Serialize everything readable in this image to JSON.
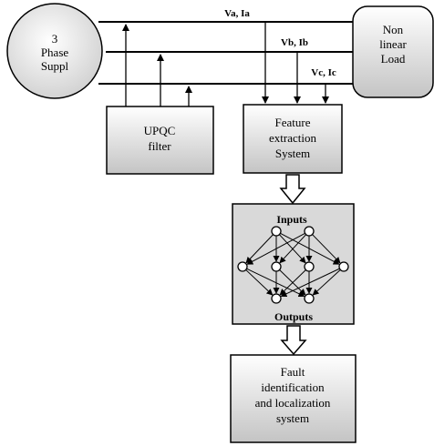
{
  "source": {
    "lines": [
      "3",
      "Phase",
      "Suppl"
    ]
  },
  "load": {
    "lines": [
      "Non",
      "linear",
      "Load"
    ]
  },
  "lines": {
    "a": "Va, Ia",
    "b": "Vb, Ib",
    "c": "Vc, Ic"
  },
  "upqc": {
    "lines": [
      "UPQC",
      "filter"
    ]
  },
  "feature": {
    "lines": [
      "Feature",
      "extraction",
      "System"
    ]
  },
  "nn": {
    "inputs_label": "Inputs",
    "outputs_label": "Outputs"
  },
  "fault": {
    "lines": [
      "Fault",
      "identification",
      "and localization",
      "system"
    ]
  },
  "colors": {
    "box_top": "#ffffff",
    "box_bottom": "#c8c8c8",
    "stroke": "#000000",
    "nn_fill": "#d9d9d9"
  }
}
